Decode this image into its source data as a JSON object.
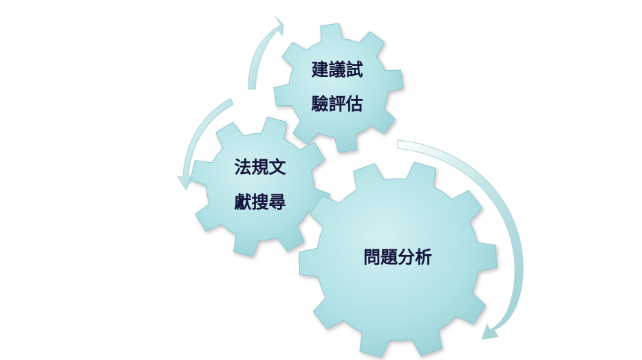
{
  "diagram": {
    "colors": {
      "gear_fill": "#a8dde1",
      "gear_fill_light": "#cdeef0",
      "gear_edge": "#86c2c8",
      "arrow_fill": "#c7e6e8",
      "text": "#14143c"
    },
    "gears": {
      "top": {
        "line1": "建議試",
        "line2": "驗評估"
      },
      "left": {
        "line1": "法規文",
        "line2": "獻搜尋"
      },
      "big": {
        "line1": "問題分析"
      }
    }
  }
}
